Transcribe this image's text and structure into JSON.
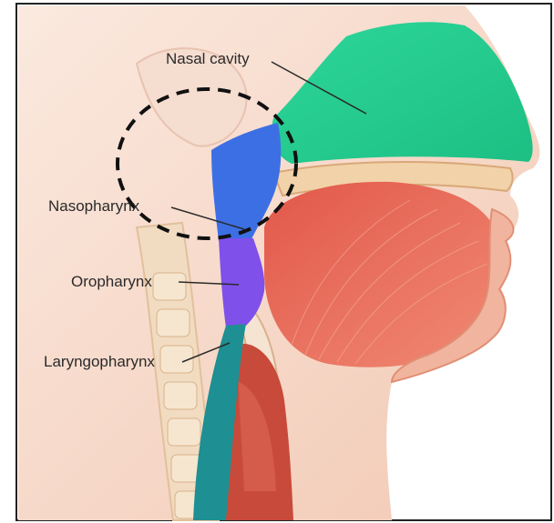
{
  "diagram": {
    "labels": {
      "nasal_cavity": "Nasal cavity",
      "nasopharynx": "Nasopharynx",
      "oropharynx": "Oropharynx",
      "laryngopharynx": "Laryngopharynx"
    },
    "colors": {
      "nasal_cavity": "#2fcf8e",
      "nasopharynx": "#3a6fe0",
      "oropharynx": "#7a4fe6",
      "laryngopharynx": "#1f8f8f",
      "tongue": "#e96e5c",
      "skin": "#f6d8c8",
      "bone": "#f0d7b0",
      "highlight_circle": "#111111"
    }
  }
}
